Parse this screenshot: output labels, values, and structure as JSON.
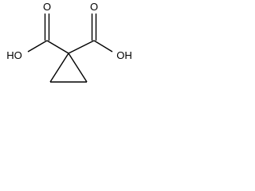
{
  "molecule": {
    "atoms": {
      "top_left_oxygen": "O",
      "top_right_oxygen": "O",
      "left_hydroxyl": "HO",
      "right_hydroxyl": "OH"
    }
  }
}
